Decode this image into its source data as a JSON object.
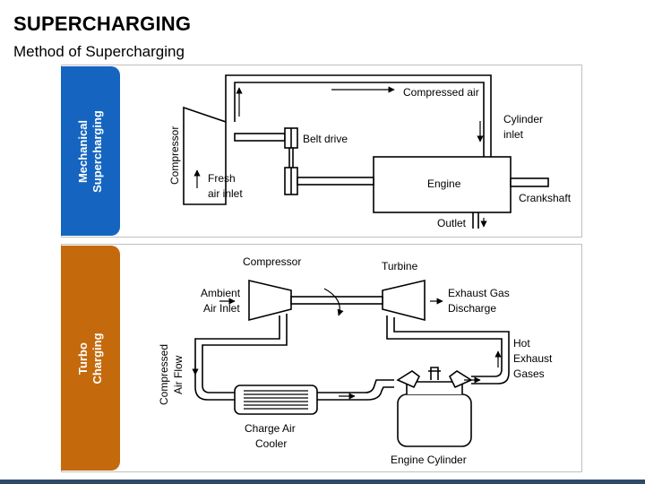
{
  "header": {
    "title": "SUPERCHARGING",
    "subtitle": "Method of Supercharging"
  },
  "colors": {
    "mechanical_tab": "#1565c0",
    "turbo_tab": "#c46a0c",
    "footer": "#2f4a66",
    "panel_border": "#bfbfbf"
  },
  "mechanical": {
    "tab_label": "Mechanical\nSupercharging",
    "labels": {
      "compressor": "Compressor",
      "fresh_air_line1": "Fresh",
      "fresh_air_line2": "air inlet",
      "belt_drive": "Belt drive",
      "compressed_air": "Compressed air",
      "cylinder_inlet_line1": "Cylinder",
      "cylinder_inlet_line2": "inlet",
      "engine": "Engine",
      "crankshaft": "Crankshaft",
      "outlet": "Outlet"
    }
  },
  "turbo": {
    "tab_label": "Turbo Charging",
    "labels": {
      "compressor": "Compressor",
      "turbine": "Turbine",
      "ambient_line1": "Ambient",
      "ambient_line2": "Air Inlet",
      "exhaust_discharge_line1": "Exhaust Gas",
      "exhaust_discharge_line2": "Discharge",
      "compressed_flow_line1": "Compressed",
      "compressed_flow_line2": "Air Flow",
      "hot_exhaust_line1": "Hot",
      "hot_exhaust_line2": "Exhaust",
      "hot_exhaust_line3": "Gases",
      "charge_cooler_line1": "Charge Air",
      "charge_cooler_line2": "Cooler",
      "engine_cylinder": "Engine Cylinder"
    }
  }
}
